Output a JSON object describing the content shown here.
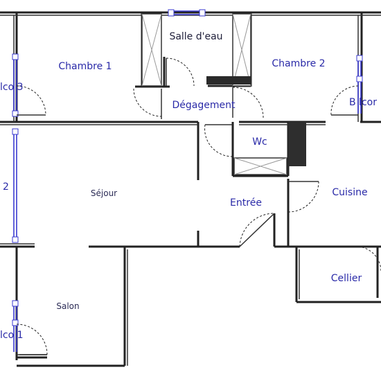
{
  "rooms": {
    "chambre1": "Chambre 1",
    "chambre2": "Chambre 2",
    "salle_eau": "Salle d'eau",
    "degagement": "Dégagement",
    "wc": "Wc",
    "sejour": "Séjour",
    "entree": "Entrée",
    "cuisine": "Cuisine",
    "cellier": "Cellier",
    "salon": "Salon",
    "balcon_left_top": "lco 3",
    "balcon_left_mid": "2",
    "balcon_left_bottom": "lco 1",
    "balcon_right": "B lcor"
  },
  "colors": {
    "wall": "#222222",
    "window": "#3a3ad0",
    "label": "#2a2aa8"
  }
}
